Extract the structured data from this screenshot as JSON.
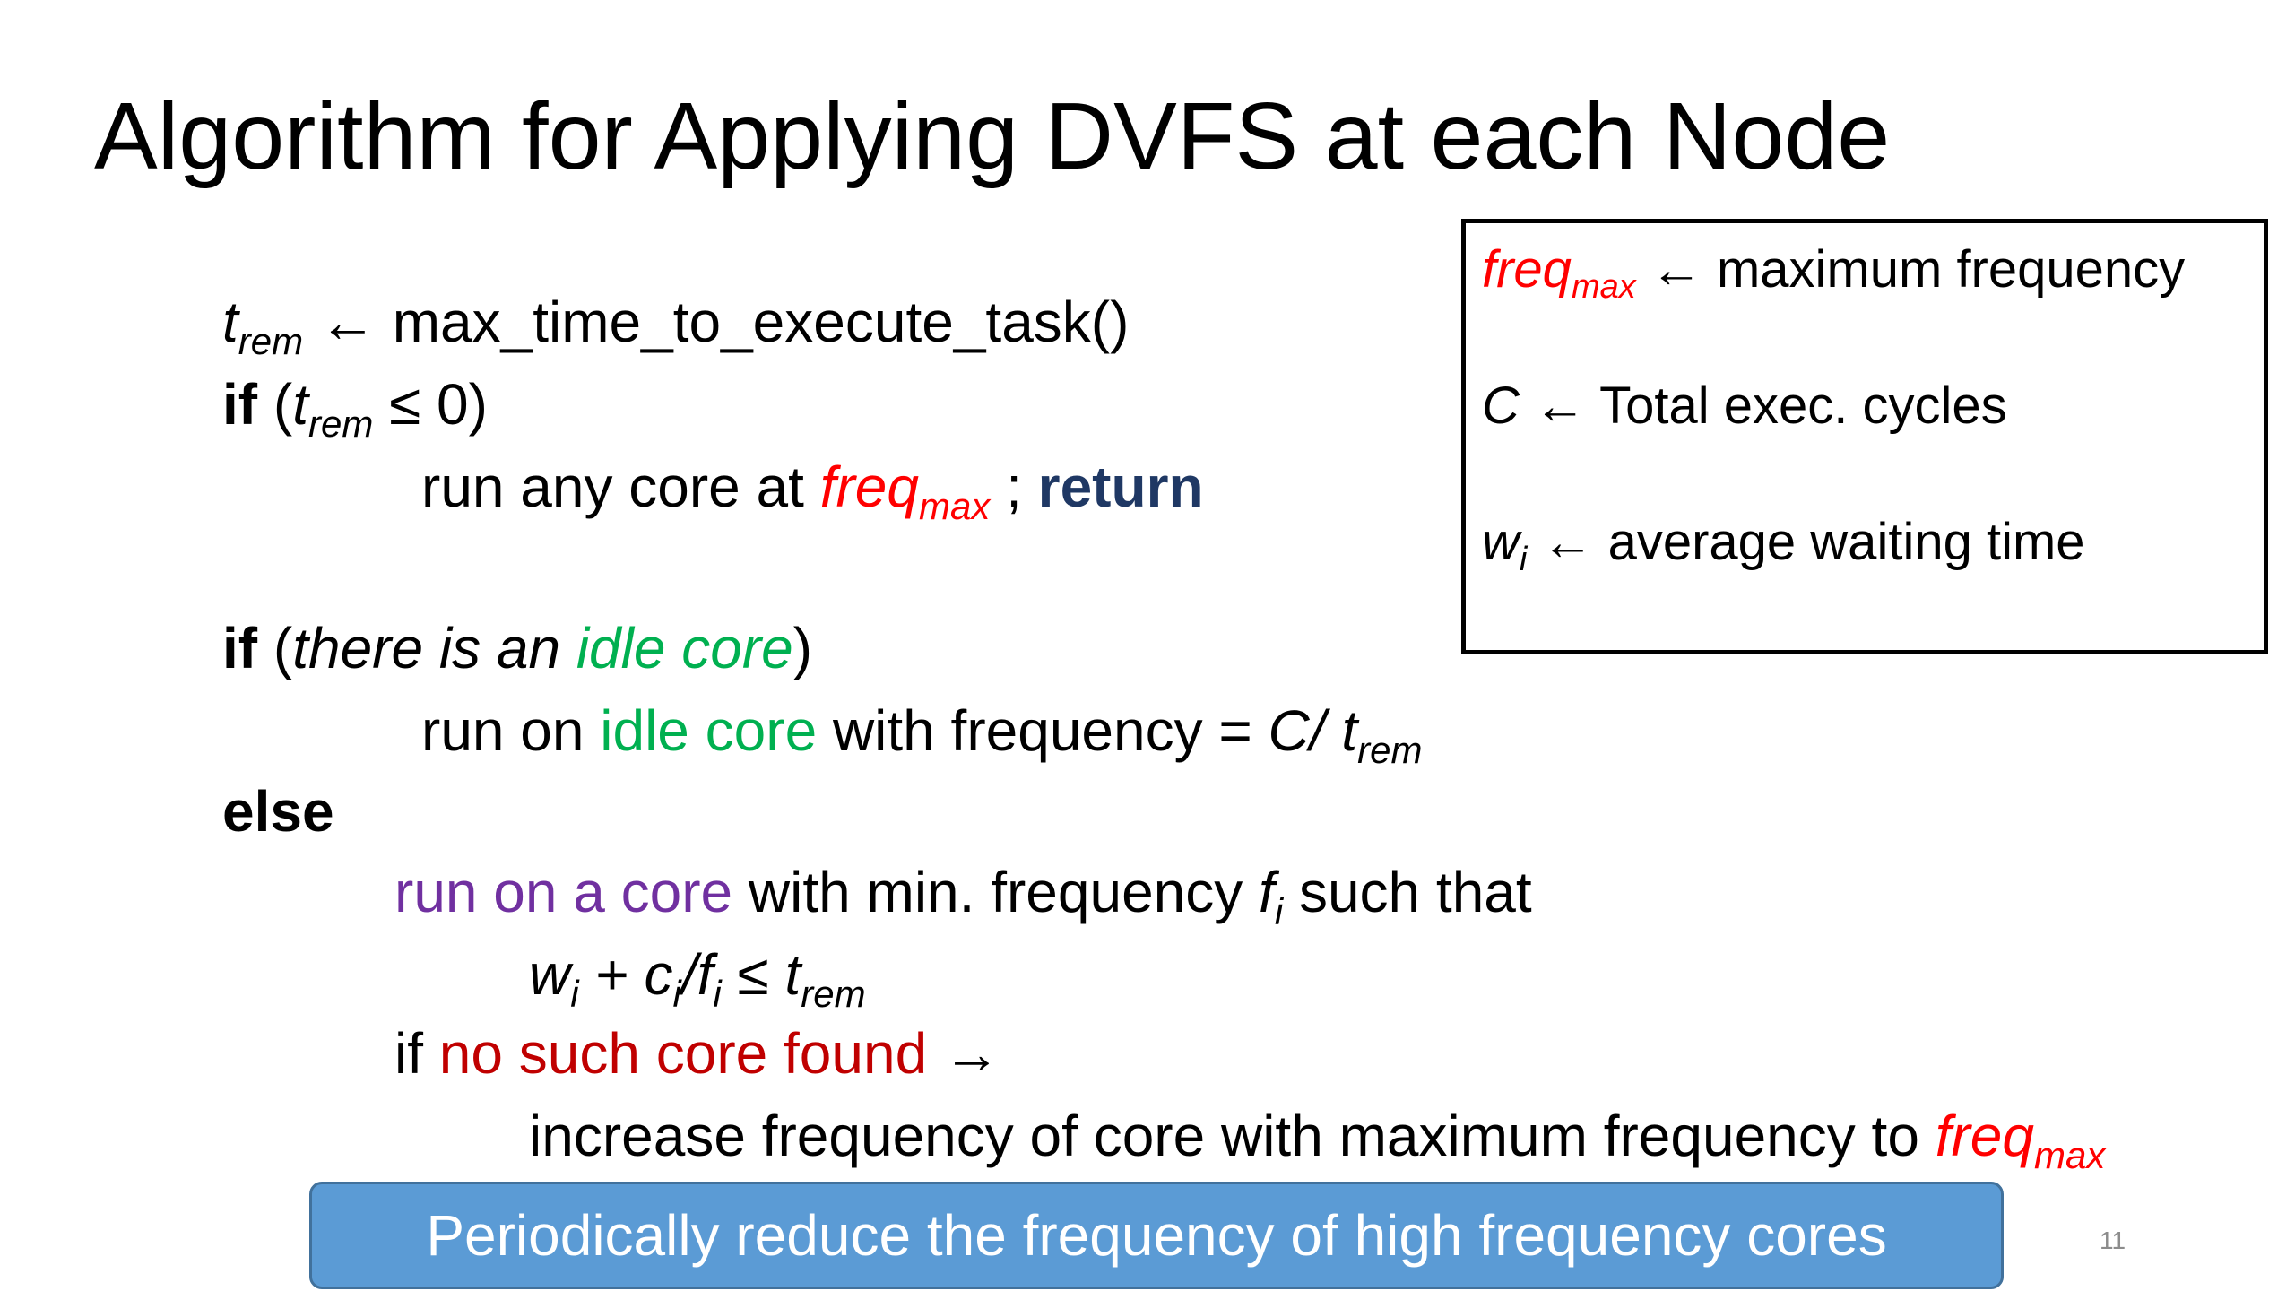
{
  "slide": {
    "title": "Algorithm for Applying DVFS at each Node",
    "page_number": "11"
  },
  "algorithm": {
    "line1": {
      "var": "t",
      "var_sub": "rem",
      "arrow": "←",
      "text": " max_time_to_execute_task()"
    },
    "line2": {
      "kw": "if",
      "open": " (",
      "var": "t",
      "var_sub": "rem",
      "rest": " ≤ 0)"
    },
    "line3": {
      "text": "run any core at ",
      "freq": "freq",
      "freq_sub": "max",
      "sep": " ; ",
      "kw_return": "return"
    },
    "line4": {
      "kw": "if",
      "open": " (",
      "italic": "there is an ",
      "green": "idle core",
      "close": ")"
    },
    "line5": {
      "text": "run on ",
      "green": "idle core",
      "rest": " with frequency = ",
      "c_var": "C/ t",
      "c_sub": "rem"
    },
    "line6": {
      "kw": "else"
    },
    "line7": {
      "purple": "run on a core",
      "rest": " with min. frequency ",
      "f_var": "f",
      "f_sub": "i",
      "tail": " such that"
    },
    "line8": {
      "w": "w",
      "w_sub": "i",
      "plus": " + c",
      "c_sub": "i",
      "slash": "/f",
      "f_sub": "i",
      "le": " ≤ t",
      "t_sub": "rem"
    },
    "line9": {
      "kw": "if ",
      "darkred": "no such core found",
      "arrow": " →"
    },
    "line10": {
      "text": "increase frequency of core with maximum frequency to ",
      "freq": "freq",
      "freq_sub": "max"
    }
  },
  "legend": {
    "item1": {
      "var": "freq",
      "var_sub": "max",
      "arrow": "←",
      "text": " maximum frequency"
    },
    "item2": {
      "var": "C",
      "arrow": "←",
      "text": " Total exec. cycles"
    },
    "item3": {
      "var": "w",
      "var_sub": "i",
      "arrow": "←",
      "text": " average waiting time"
    }
  },
  "banner": {
    "text": "Periodically reduce the frequency of high frequency cores"
  },
  "colors": {
    "red": "#ff0000",
    "dark_red": "#c00000",
    "green": "#00b050",
    "purple": "#7030a0",
    "navy": "#1f3864",
    "banner_bg": "#5b9bd5",
    "banner_border": "#41719c"
  }
}
